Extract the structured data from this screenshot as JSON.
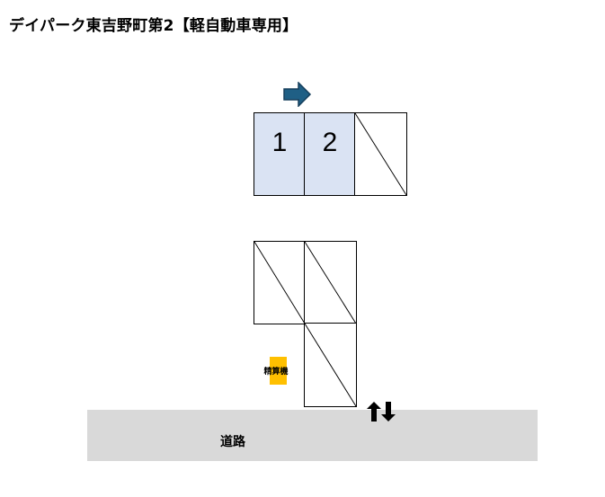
{
  "title": "デイパーク東吉野町第2【軽自動車専用】",
  "spaces": [
    {
      "number": "1",
      "state": "occupied"
    },
    {
      "number": "2",
      "state": "occupied"
    },
    {
      "number": "",
      "state": "unavailable"
    },
    {
      "number": "",
      "state": "unavailable"
    },
    {
      "number": "",
      "state": "unavailable"
    },
    {
      "number": "",
      "state": "unavailable"
    }
  ],
  "payment_machine": {
    "label": "精算機",
    "color": "#ffc000"
  },
  "road": {
    "label": "道路",
    "color": "#d9d9d9"
  },
  "icons": {
    "direction": "right-arrow-icon",
    "entrance": "in-out-arrows-icon"
  },
  "colors": {
    "occupied_space": "#dae3f3",
    "arrow": "#1f4e79"
  }
}
